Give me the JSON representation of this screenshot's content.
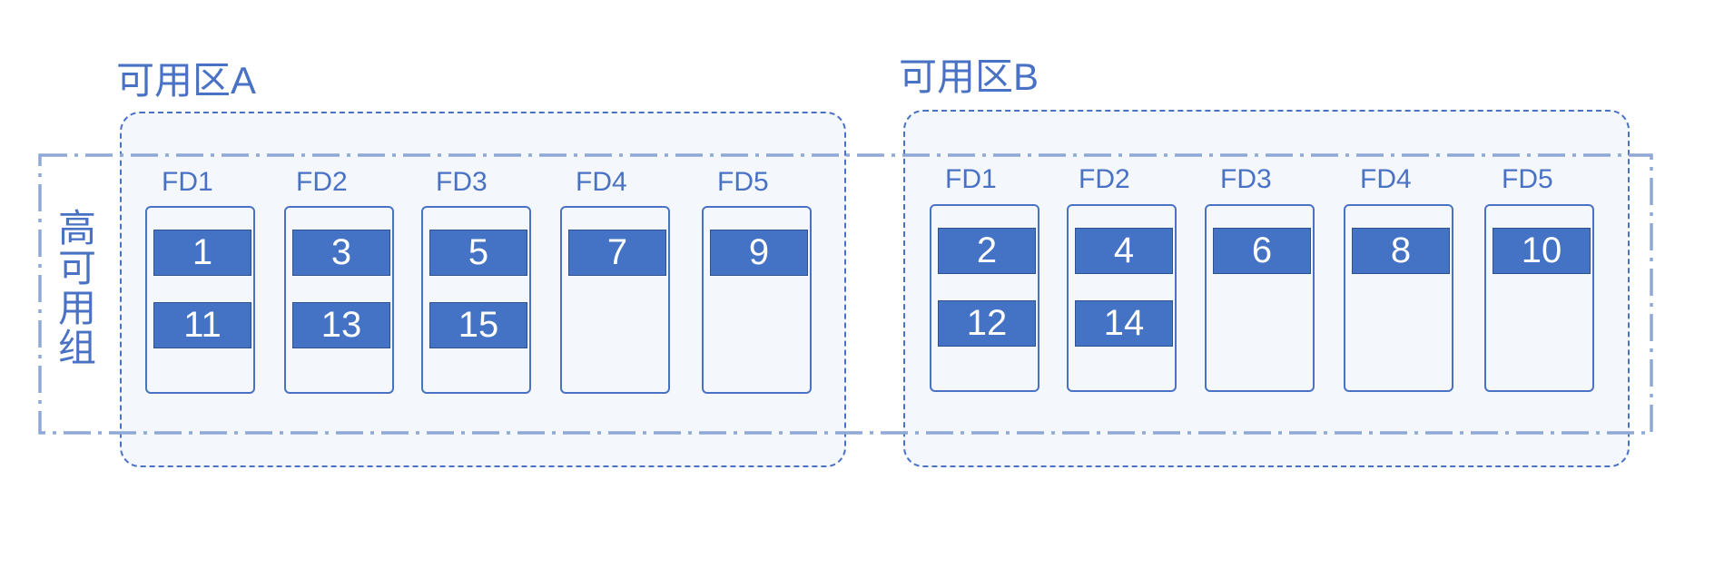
{
  "zones": [
    {
      "title": "可用区A",
      "fds": [
        {
          "label": "FD1",
          "nodes": [
            "1",
            "11"
          ]
        },
        {
          "label": "FD2",
          "nodes": [
            "3",
            "13"
          ]
        },
        {
          "label": "FD3",
          "nodes": [
            "5",
            "15"
          ]
        },
        {
          "label": "FD4",
          "nodes": [
            "7"
          ]
        },
        {
          "label": "FD5",
          "nodes": [
            "9"
          ]
        }
      ]
    },
    {
      "title": "可用区B",
      "fds": [
        {
          "label": "FD1",
          "nodes": [
            "2",
            "12"
          ]
        },
        {
          "label": "FD2",
          "nodes": [
            "4",
            "14"
          ]
        },
        {
          "label": "FD3",
          "nodes": [
            "6"
          ]
        },
        {
          "label": "FD4",
          "nodes": [
            "8"
          ]
        },
        {
          "label": "FD5",
          "nodes": [
            "10"
          ]
        }
      ]
    }
  ],
  "group": {
    "label_chars": [
      "高",
      "可",
      "用",
      "组"
    ]
  },
  "colors": {
    "accent": "#4a72c4",
    "node_fill": "#4472c4",
    "group_border": "#8fa8d6",
    "zone_fill": "#f4f7fb"
  }
}
